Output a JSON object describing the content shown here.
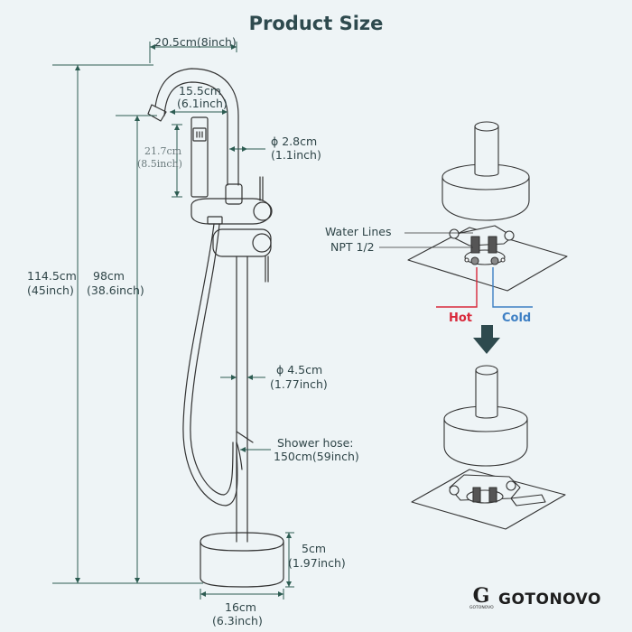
{
  "title": "Product Size",
  "dimensions": {
    "spout_reach": "20.5cm(8inch)",
    "spout_inner_line1": "15.5cm",
    "spout_inner_line2": "(6.1inch)",
    "handshower_line1": "21.7cm",
    "handshower_line2": "(8.5inch)",
    "pipe_top_line1": "ϕ 2.8cm",
    "pipe_top_line2": "(1.1inch)",
    "total_height_line1": "114.5cm",
    "total_height_line2": "(45inch)",
    "mid_height_line1": "98cm",
    "mid_height_line2": "(38.6inch)",
    "pipe_lower_line1": "ϕ 4.5cm",
    "pipe_lower_line2": "(1.77inch)",
    "hose_line1": "Shower hose:",
    "hose_line2": "150cm(59inch)",
    "base_height_line1": "5cm",
    "base_height_line2": "(1.97inch)",
    "base_width_line1": "16cm",
    "base_width_line2": "(6.3inch)"
  },
  "install": {
    "water_lines": "Water Lines",
    "npt": "NPT 1/2",
    "hot": "Hot",
    "cold": "Cold",
    "hot_color": "#d8283a",
    "cold_color": "#3d7fc4",
    "arrow_color": "#2e4a4e"
  },
  "brand": {
    "logo_letter": "G",
    "logo_sub": "GOTONOVO",
    "name": "GOTONOVO"
  }
}
